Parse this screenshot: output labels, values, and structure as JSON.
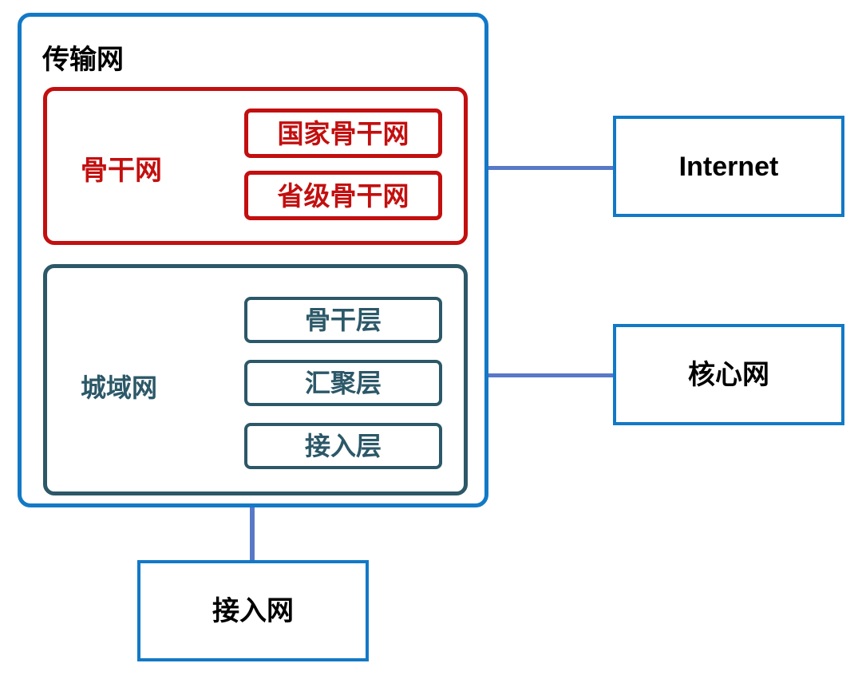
{
  "diagram": {
    "title": "传输网",
    "transport_network": {
      "label": "传输网",
      "backbone_group": {
        "label": "骨干网",
        "items": [
          {
            "label": "国家骨干网"
          },
          {
            "label": "省级骨干网"
          }
        ]
      },
      "metro_group": {
        "label": "城域网",
        "items": [
          {
            "label": "骨干层"
          },
          {
            "label": "汇聚层"
          },
          {
            "label": "接入层"
          }
        ]
      }
    },
    "external_nodes": [
      {
        "id": "internet",
        "label": "Internet"
      },
      {
        "id": "core-network",
        "label": "核心网"
      },
      {
        "id": "access-network",
        "label": "接入网"
      }
    ],
    "connections": [
      {
        "from": "传输网",
        "to": "Internet"
      },
      {
        "from": "传输网",
        "to": "核心网"
      },
      {
        "from": "传输网",
        "to": "接入网"
      }
    ]
  },
  "colors": {
    "blue": "#1279C6",
    "red": "#C30F0F",
    "teal": "#2C5868",
    "connector": "#5878C8",
    "text_black": "#000000",
    "background": "#FFFFFF"
  }
}
